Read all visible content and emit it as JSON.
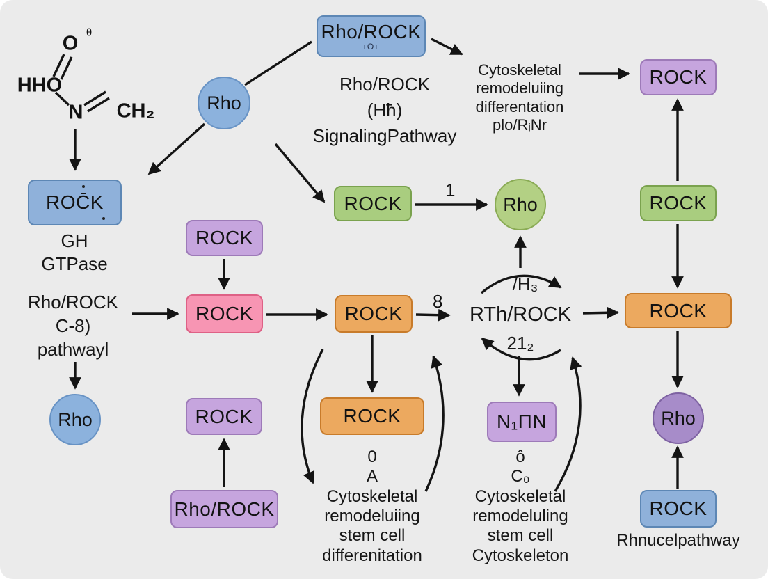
{
  "palette": {
    "background": "#ebebeb",
    "blue_fill": "#8fb1da",
    "blue_stroke": "#5d87b5",
    "purple_fill": "#c6a5de",
    "purple_stroke": "#9d7ab8",
    "pink_fill": "#f795b3",
    "pink_stroke": "#de6186",
    "green_fill": "#a9cd7f",
    "green_stroke": "#7aa24e",
    "orange_fill": "#eca95f",
    "orange_stroke": "#c87b2a",
    "purple_circle_fill": "#a78cc9",
    "purple_circle_stroke": "#7e62a2",
    "arrow": "#141414"
  },
  "molecule": {
    "o": "O",
    "sup": "θ",
    "hho": "HHO",
    "n": "N",
    "ch2": "CH₂"
  },
  "boxes": {
    "rho_rock_top": {
      "label": "Rho/ROCK",
      "sub": "ıOı"
    },
    "rock_blue_left": {
      "label": "ROC̄K"
    },
    "rock_purple_mid": {
      "label": "ROCK"
    },
    "rock_pink": {
      "label": "ROCK"
    },
    "rock_green_center": {
      "label": "ROCK"
    },
    "rock_orange_center": {
      "label": "ROCK"
    },
    "rock_purple_topright": {
      "label": "ROCK"
    },
    "rock_green_right": {
      "label": "ROCK"
    },
    "rock_orange_right": {
      "label": "ROCK"
    },
    "rock_orange_bottom": {
      "label": "ROCK"
    },
    "nin": {
      "label": "N₁ΠN"
    },
    "rock_purple_bottomleft": {
      "label": "ROCK"
    },
    "rho_rock_bottomleft": {
      "label": "Rho/ROCK"
    },
    "rock_blue_bottomright": {
      "label": "ROCK"
    }
  },
  "circles": {
    "rho_top": "Rho",
    "rho_left": "Rho",
    "rho_green": "Rho",
    "rho_purple": "Rho"
  },
  "texts": {
    "signaling": "Rho/ROCK\n(Hħ)\nSignalingPathway",
    "cyto_topright": "Cytoskeletal\nremodeluiing\ndifferentation\nplo/RᵢNr",
    "gtpase": "GH\nGTPase",
    "pathway_left": "Rho/ROCK\nC-8)\npathwayl",
    "rth_rock": "RTh/ROCK",
    "h3": "/H₃",
    "p212": "21₂",
    "cyto_bottom_center": "0\nA\nCytoskeletal\nremodeluiing\nstem cell\ndifferenitation",
    "cyto_bottom_right": "ô\nC₀\nCytoskeletal\nremodeluling\nstem cell\nCytoskeleton",
    "rhnucel": "Rhnucelpathway"
  },
  "edge_labels": {
    "one": "1",
    "eight": "8"
  }
}
